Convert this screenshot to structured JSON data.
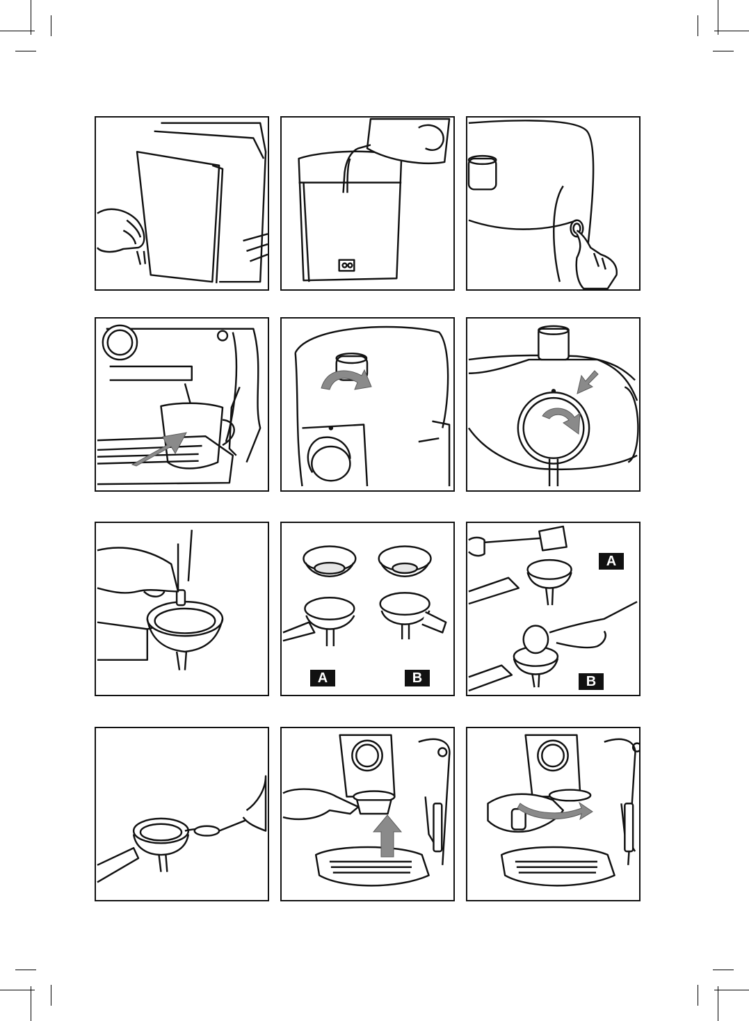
{
  "manual_page": {
    "panel_labels": {
      "filter_a": "A",
      "filter_b": "B",
      "fill_a": "A",
      "tamp_b": "B"
    },
    "colors": {
      "line": "#111111",
      "arrow": "#8a8a8a",
      "label_bg": "#111111",
      "label_text": "#ffffff"
    },
    "panels": [
      {
        "id": 1,
        "content": "water-tank-removal"
      },
      {
        "id": 2,
        "content": "water-tank-fill"
      },
      {
        "id": 3,
        "content": "power-button-press"
      },
      {
        "id": 4,
        "content": "jug-under-steam-wand"
      },
      {
        "id": 5,
        "content": "steam-knob-turn"
      },
      {
        "id": 6,
        "content": "selector-knob-turn"
      },
      {
        "id": 7,
        "content": "filter-pin-insert"
      },
      {
        "id": 8,
        "content": "filter-types"
      },
      {
        "id": 9,
        "content": "coffee-dose-and-tamp"
      },
      {
        "id": 10,
        "content": "filter-holder-cleaning"
      },
      {
        "id": 11,
        "content": "filter-holder-insert"
      },
      {
        "id": 12,
        "content": "filter-holder-lock"
      }
    ]
  }
}
